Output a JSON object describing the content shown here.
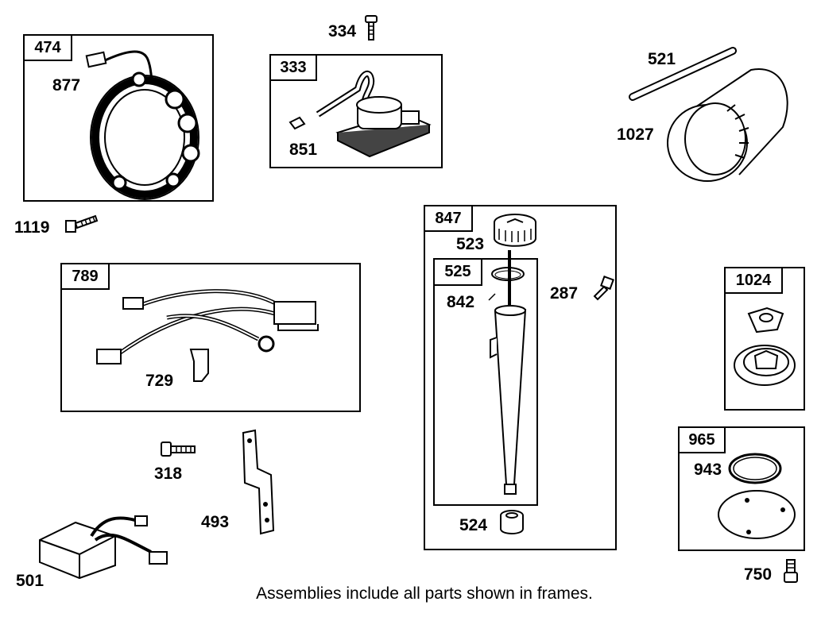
{
  "frames": {
    "f474": "474",
    "f333": "333",
    "f789": "789",
    "f847": "847",
    "f525": "525",
    "f1024": "1024",
    "f965": "965"
  },
  "parts": {
    "p334": "334",
    "p877": "877",
    "p851": "851",
    "p521": "521",
    "p1027": "1027",
    "p1119": "1119",
    "p523": "523",
    "p842": "842",
    "p287": "287",
    "p729": "729",
    "p318": "318",
    "p493": "493",
    "p524": "524",
    "p943": "943",
    "p501": "501",
    "p750": "750"
  },
  "caption": "Assemblies include all parts shown in frames."
}
